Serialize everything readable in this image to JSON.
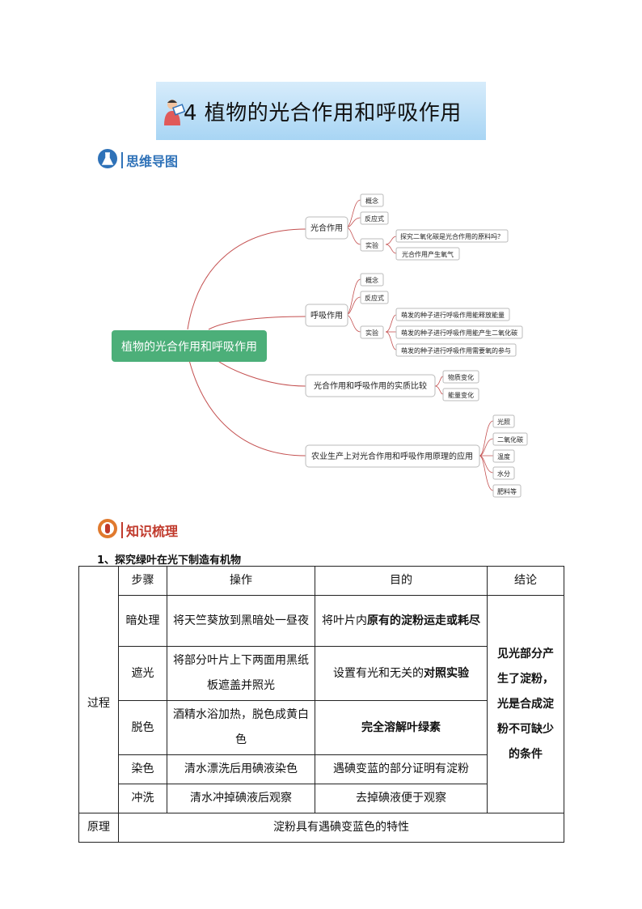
{
  "title": {
    "text": "4  植物的光合作用和呼吸作用",
    "icon": "reading-person-icon"
  },
  "sections": {
    "mindmap_label": "思维导图",
    "mindmap_icon": "flask-icon",
    "knowledge_label": "知识梳理",
    "knowledge_icon": "test-tube-icon"
  },
  "colors": {
    "root_green": "#4caf79",
    "branch_red": "#c45050",
    "mindmap_blue": "#2f72b8",
    "knowledge_red": "#c0392b",
    "banner_blue": "#a8d5f4"
  },
  "mindmap": {
    "root": "植物的光合作用和呼吸作用",
    "photosynthesis": {
      "label": "光合作用",
      "concept": "概念",
      "equation": "反应式",
      "experiment": "实验",
      "exp1": "探究二氧化碳是光合作用的原料吗？",
      "exp2": "光合作用产生氧气"
    },
    "respiration": {
      "label": "呼吸作用",
      "concept": "概念",
      "equation": "反应式",
      "experiment": "实验",
      "exp1": "萌发的种子进行呼吸作用能释放能量",
      "exp2": "萌发的种子进行呼吸作用能产生二氧化碳",
      "exp3": "萌发的种子进行呼吸作用需要氧的参与"
    },
    "comparison": {
      "label": "光合作用和呼吸作用的实质比较",
      "item1": "物质变化",
      "item2": "能量变化"
    },
    "agriculture": {
      "label": "农业生产上对光合作用和呼吸作用原理的应用",
      "f1": "光照",
      "f2": "二氧化碳",
      "f3": "温度",
      "f4": "水分",
      "f5": "肥料等"
    }
  },
  "table": {
    "subtitle": "1、探究绿叶在光下制造有机物",
    "headers": [
      "步骤",
      "操作",
      "目的",
      "结论"
    ],
    "process_label": "过程",
    "rows": [
      {
        "step": "暗处理",
        "operation": "将天竺葵放到黑暗处一昼夜",
        "purpose_plain": "将叶片内",
        "purpose_bold": "原有的淀粉运走或耗尽"
      },
      {
        "step": "遮光",
        "operation": "将部分叶片上下两面用黑纸板遮盖并照光",
        "purpose_plain": "设置有光和无关的",
        "purpose_bold": "对照实验"
      },
      {
        "step": "脱色",
        "operation": "酒精水浴加热，脱色成黄白色",
        "purpose_plain": "",
        "purpose_bold": "完全溶解叶绿素"
      },
      {
        "step": "染色",
        "operation": "清水漂洗后用碘液染色",
        "purpose_plain": "遇碘变蓝的部分证明有淀粉",
        "purpose_bold": ""
      },
      {
        "step": "冲洗",
        "operation": "清水冲掉碘液后观察",
        "purpose_plain": "去掉碘液便于观察",
        "purpose_bold": ""
      }
    ],
    "conclusion": "见光部分产生了淀粉，光是合成淀粉不可缺少的条件",
    "principle_label": "原理",
    "principle": "淀粉具有遇碘变蓝色的特性"
  }
}
